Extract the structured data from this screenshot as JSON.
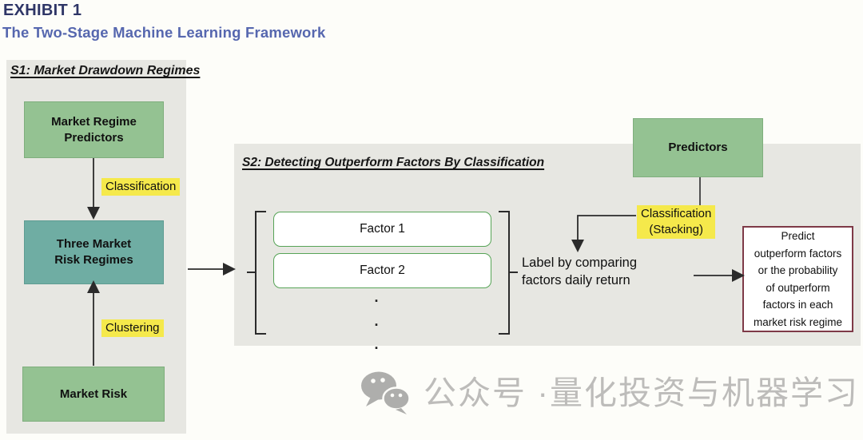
{
  "header": {
    "exhibit_label": "EXHIBIT 1",
    "title": "The Two-Stage Machine Learning Framework"
  },
  "stage1": {
    "heading": "S1: Market Drawdown Regimes",
    "market_regime_predictors": "Market Regime\nPredictors",
    "classification_label": "Classification",
    "three_market_risk_regimes": "Three Market\nRisk Regimes",
    "clustering_label": "Clustering",
    "market_risk": "Market Risk"
  },
  "stage2": {
    "heading": "S2: Detecting Outperform Factors By Classification",
    "factors": [
      "Factor 1",
      "Factor 2"
    ],
    "ellipsis_dot": ".",
    "label_by_comparing": "Label by comparing\nfactors daily return",
    "predictors": "Predictors",
    "classification_stacking": "Classification\n(Stacking)",
    "predict_outperform": "Predict\noutperform factors\nor the probability\nof outperform\nfactors in each\nmarket risk regime"
  },
  "watermark": {
    "icon": "wechat-icon",
    "text": "公众号 ·量化投资与机器学习"
  },
  "colors": {
    "page_bg": "#fdfdf9",
    "title_navy": "#2e3566",
    "subtitle_blue": "#5667af",
    "panel_gray": "#e7e7e2",
    "box_green": "#94c292",
    "box_teal": "#6fada3",
    "highlight_yellow": "#f5e94b",
    "factor_border_green": "#57a457",
    "predict_border_maroon": "#7e3a47",
    "arrow_black": "#2b2b2b",
    "watermark_gray": "#bdbcba"
  }
}
